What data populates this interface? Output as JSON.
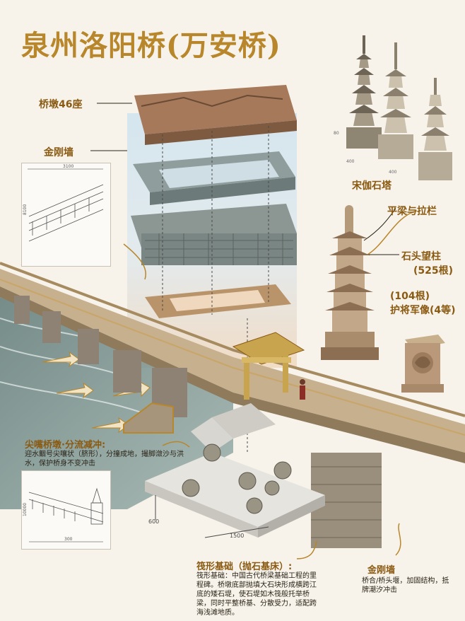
{
  "title": "泉州洛阳桥(万安桥)",
  "labels": {
    "pier_count": "桥墩46座",
    "jingang_wall_top": "金刚墙",
    "song_pagoda": "宋伽石塔",
    "beam_railing": "平梁与拉栏",
    "stone_pillar": "石头望柱",
    "pillar_count": "(525根)",
    "count_104": "(104根)",
    "guardian_statues": "护将军像(4等)",
    "pointed_pier_title": "尖嘴桥墩·分流减冲:",
    "pointed_pier_desc": "迎水鲴号尖嚷状（脐形），分撞成地，撮脚潋沙与洪水，保护桥身不变冲击",
    "raft_title": "筏形基础（抛石基床）:",
    "raft_desc": "筏形基础：中国古代桥梁基础工程的里程碑。桥墩底部抛填大石块形成横跨江底的矮石堤，使石堤如木筏般托举桥梁，同时平整桥基、分散受力，适配跨海浅滩地质。",
    "jingang_wall_bottom": "金刚墙",
    "jingang_wall_bottom_desc": "桥合/桥头堰，加固结构，抵牌潮汐冲击"
  },
  "dimensions": {
    "sketch_top_width": "3100",
    "sketch_top_height": "8100",
    "sketch_bottom_width": "300",
    "sketch_bottom_height": "10000",
    "base_width": "1500",
    "base_depth": "600",
    "pagoda_h": "80",
    "pagoda_w1": "400",
    "pagoda_w2": "400"
  },
  "colors": {
    "gold": "#b8862b",
    "dark_gold": "#8a5a12",
    "water": "#7d948f",
    "stone": "#a89b86",
    "sky": "#cfe3ef"
  }
}
